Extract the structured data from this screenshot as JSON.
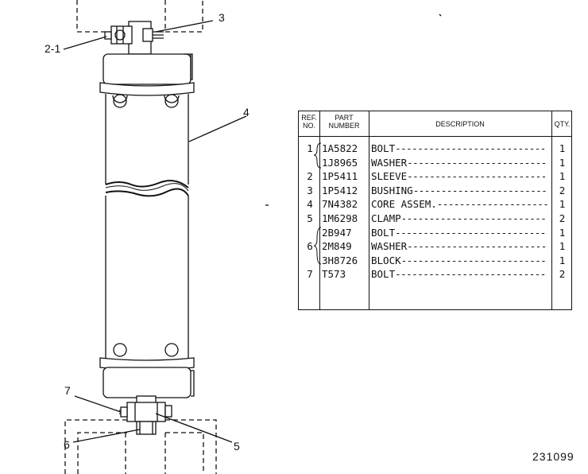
{
  "callouts": {
    "c2_1": "2-1",
    "c3": "3",
    "c4": "4",
    "c7": "7",
    "c6": "6",
    "c5": "5"
  },
  "table": {
    "headers": {
      "ref": "REF. NO.",
      "part": "PART NUMBER",
      "desc": "DESCRIPTION",
      "qty": "QTY."
    },
    "rows": [
      {
        "ref": "1",
        "part": "1A5822",
        "desc": "BOLT",
        "qty": "1"
      },
      {
        "ref": "",
        "part": "1J8965",
        "desc": "WASHER",
        "qty": "1"
      },
      {
        "ref": "2",
        "part": "1P5411",
        "desc": "SLEEVE",
        "qty": "1"
      },
      {
        "ref": "3",
        "part": "1P5412",
        "desc": "BUSHING",
        "qty": "2"
      },
      {
        "ref": "4",
        "part": "7N4382",
        "desc": "CORE ASSEM.",
        "qty": "1"
      },
      {
        "ref": "5",
        "part": "1M6298",
        "desc": "CLAMP",
        "qty": "2"
      },
      {
        "ref": "",
        "part": "2B947",
        "desc": "BOLT",
        "qty": "1"
      },
      {
        "ref": "6",
        "part": "2M849",
        "desc": "WASHER",
        "qty": "1"
      },
      {
        "ref": "",
        "part": "3H8726",
        "desc": "BLOCK",
        "qty": "1"
      },
      {
        "ref": "7",
        "part": "T573",
        "desc": "BOLT",
        "qty": "2"
      }
    ]
  },
  "drawing_number": "231099"
}
